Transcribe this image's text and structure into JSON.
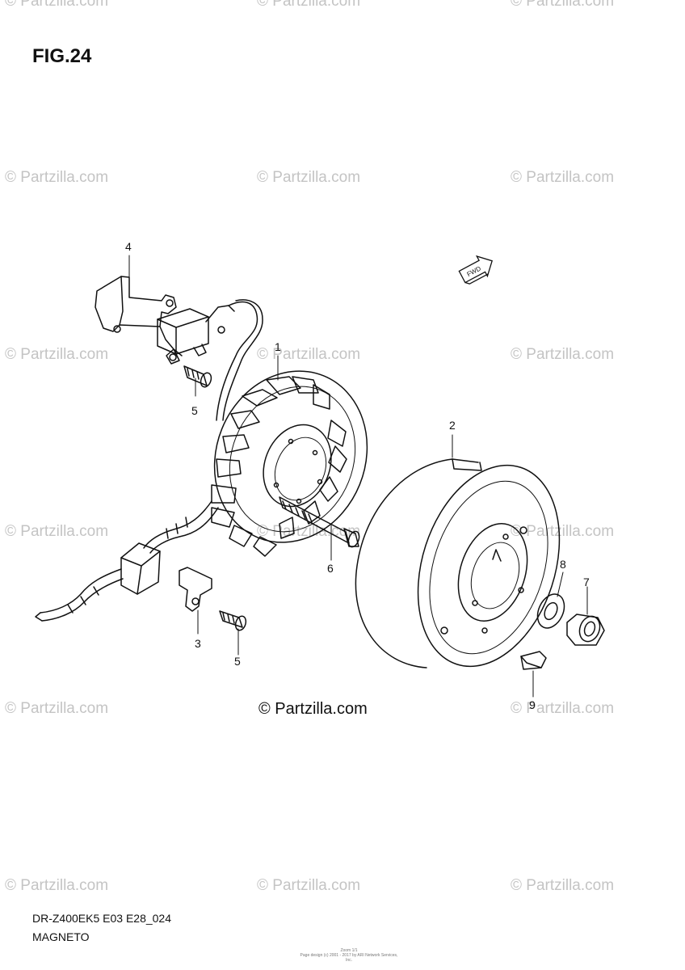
{
  "figure": {
    "title": "FIG.24"
  },
  "watermark": {
    "text": "© Partzilla.com"
  },
  "center_mark": {
    "text": "© Partzilla.com"
  },
  "callouts": [
    "1",
    "2",
    "3",
    "4",
    "5",
    "5",
    "6",
    "7",
    "8",
    "9"
  ],
  "fwd_label": "FWD",
  "footer": {
    "model": "DR-Z400EK5 E03 E28_024",
    "section": "MAGNETO"
  },
  "fine_print": {
    "line1": "Zoom 1/1",
    "line2": "Page design (c) 2001 - 2017 by ARI Network Services, Inc."
  }
}
